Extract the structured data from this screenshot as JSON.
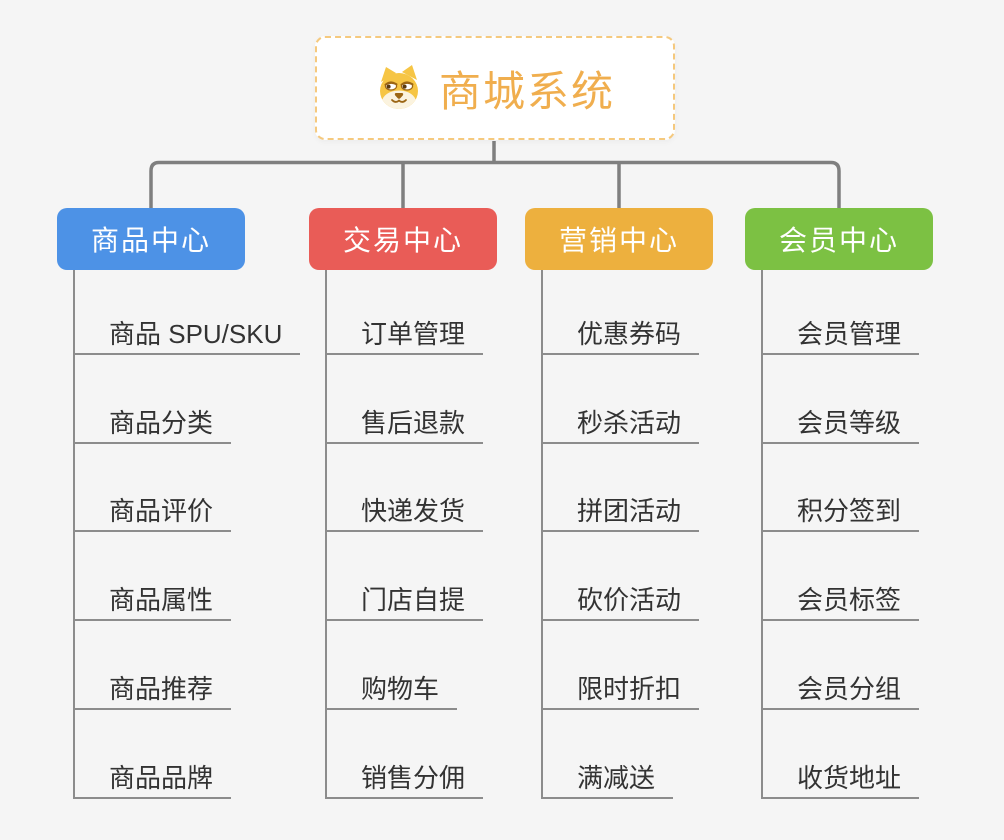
{
  "root": {
    "title": "商城系统",
    "icon": "doge-icon"
  },
  "branches": [
    {
      "label": "商品中心",
      "color": "#4D92E6",
      "children": [
        "商品 SPU/SKU",
        "商品分类",
        "商品评价",
        "商品属性",
        "商品推荐",
        "商品品牌"
      ]
    },
    {
      "label": "交易中心",
      "color": "#E95C57",
      "children": [
        "订单管理",
        "售后退款",
        "快递发货",
        "门店自提",
        "购物车",
        "销售分佣"
      ]
    },
    {
      "label": "营销中心",
      "color": "#EDB03E",
      "children": [
        "优惠券码",
        "秒杀活动",
        "拼团活动",
        "砍价活动",
        "限时折扣",
        "满减送"
      ]
    },
    {
      "label": "会员中心",
      "color": "#7CC143",
      "children": [
        "会员管理",
        "会员等级",
        "积分签到",
        "会员标签",
        "会员分组",
        "收货地址"
      ]
    }
  ],
  "colors": {
    "background": "#F5F5F5",
    "connector_line": "#7F7F7F",
    "branch_trunk_line": "#8C8C8C",
    "item_text": "#333333",
    "root_title": "#F0AE4E",
    "root_border": "#F5C97E",
    "branch_text": "#FFFFFF"
  }
}
